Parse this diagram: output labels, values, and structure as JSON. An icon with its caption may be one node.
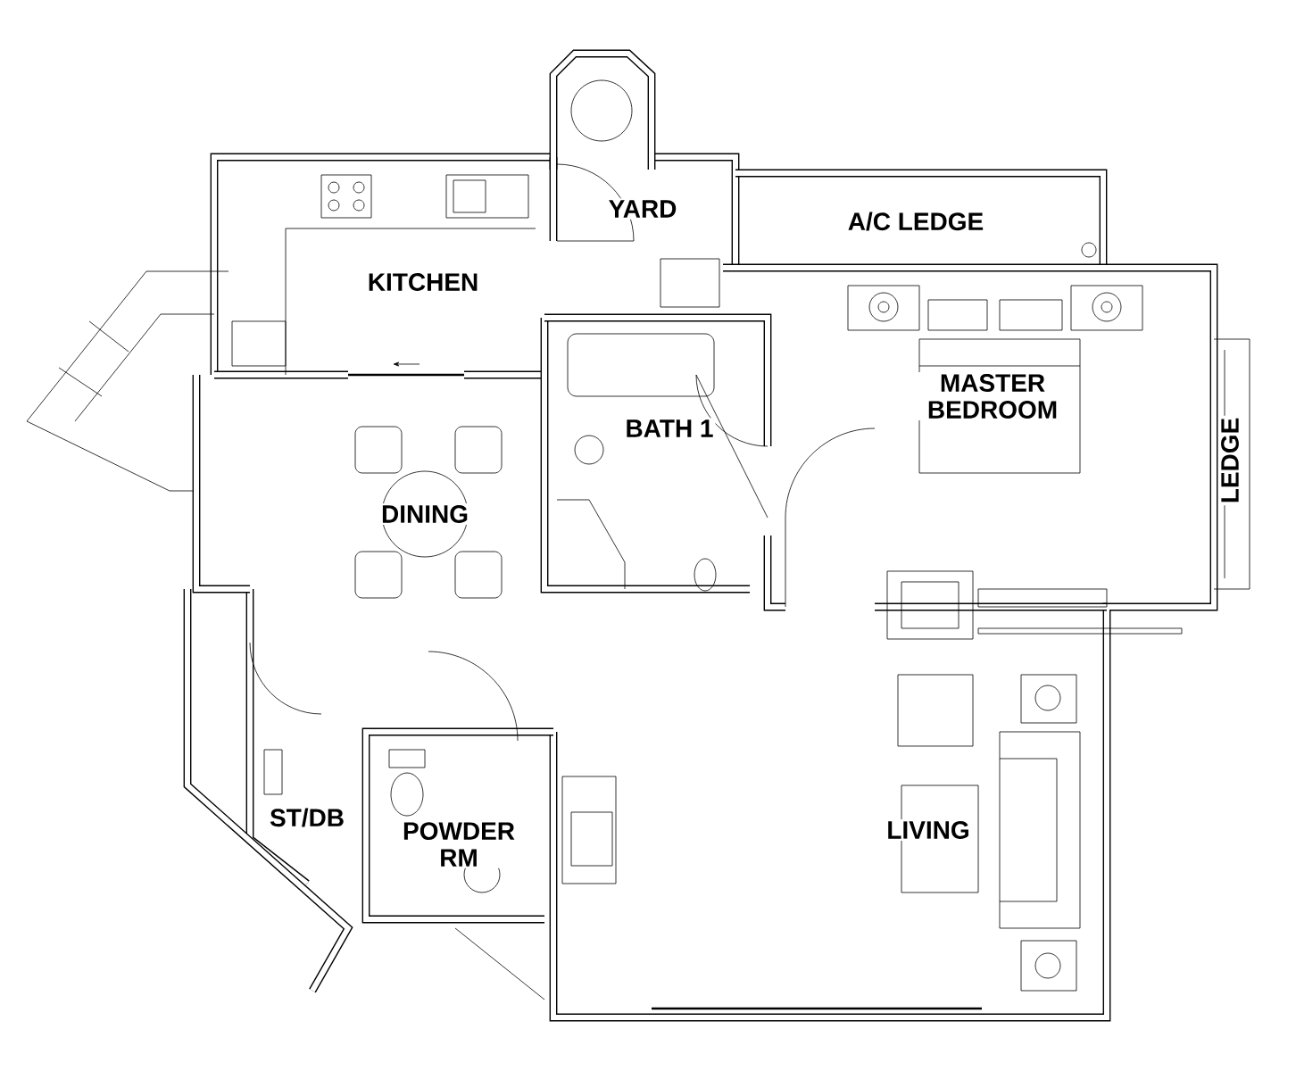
{
  "diagram": {
    "labels": [
      "YARD",
      "A/C LEDGE",
      "KITCHEN",
      "MASTER BEDROOM",
      "BATH 1",
      "LEDGE",
      "DINING",
      "ST/DB",
      "POWDER RM",
      "LIVING"
    ]
  }
}
